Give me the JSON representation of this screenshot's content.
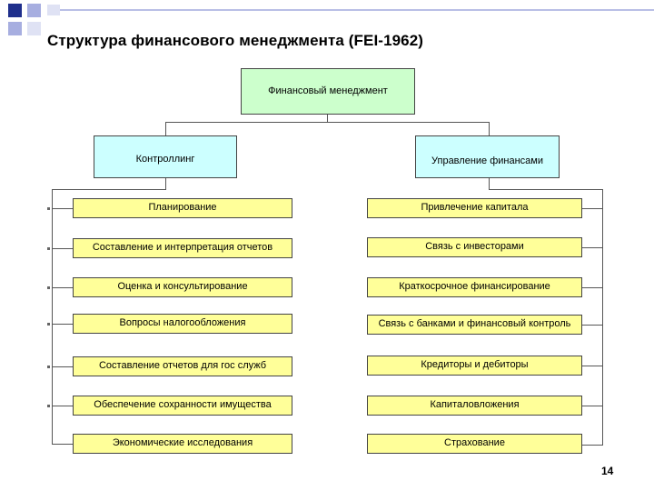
{
  "title": "Структура финансового менеджмента (FEI-1962)",
  "root": "Финансовый менеджмент",
  "left_branch": {
    "label": "Контроллинг",
    "items": [
      "Планирование",
      "Составление и интерпретация отчетов",
      "Оценка и консультирование",
      "Вопросы налогообложения",
      "Составление отчетов для гос служб",
      "Обеспечение сохранности имущества",
      "Экономические исследования"
    ]
  },
  "right_branch": {
    "label": "Управление финансами",
    "items": [
      "Привлечение капитала",
      "Связь с инвесторами",
      "Краткосрочное финансирование",
      "Связь с банками и финансовый контроль",
      "Кредиторы и дебиторы",
      "Капиталовложения",
      "Страхование"
    ]
  },
  "page_number": "14",
  "colors": {
    "root_fill": "#ccffcc",
    "branch_fill": "#ccffff",
    "item_fill": "#ffff99",
    "decor_blue": "#1f2f8c"
  }
}
